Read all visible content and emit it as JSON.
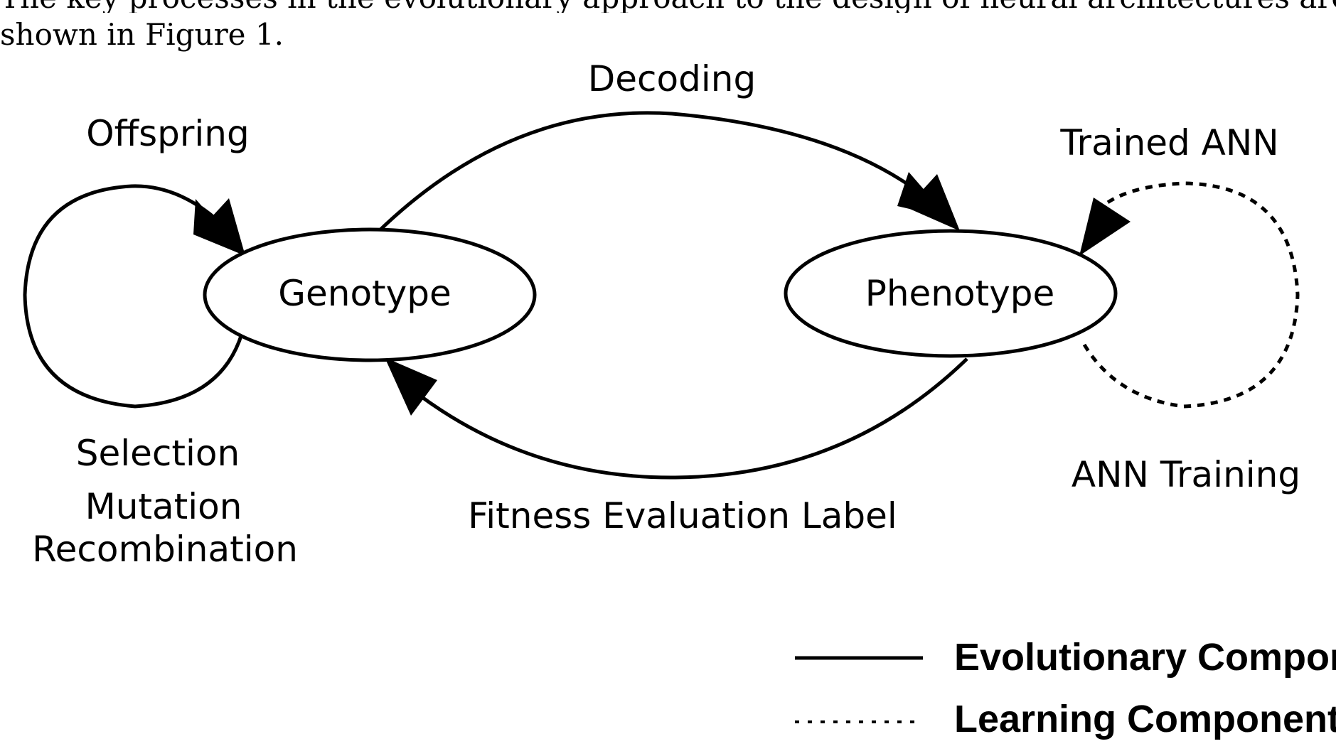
{
  "intro": {
    "line1": "The key processes in the evolutionary approach to the design of neural architectures are",
    "line2": "shown in Figure 1."
  },
  "nodes": {
    "genotype": "Genotype",
    "phenotype": "Phenotype"
  },
  "edges": {
    "offspring": "Offspring",
    "decoding": "Decoding",
    "trained_ann": "Trained ANN",
    "ann_training": "ANN Training",
    "fitness": "Fitness Evaluation Label",
    "selection": "Selection",
    "mutation": "Mutation",
    "recombination": "Recombination"
  },
  "legend": {
    "evolutionary": "Evolutionary Component",
    "learning": "Learning Component"
  },
  "colors": {
    "stroke": "#000000",
    "background": "#ffffff"
  }
}
